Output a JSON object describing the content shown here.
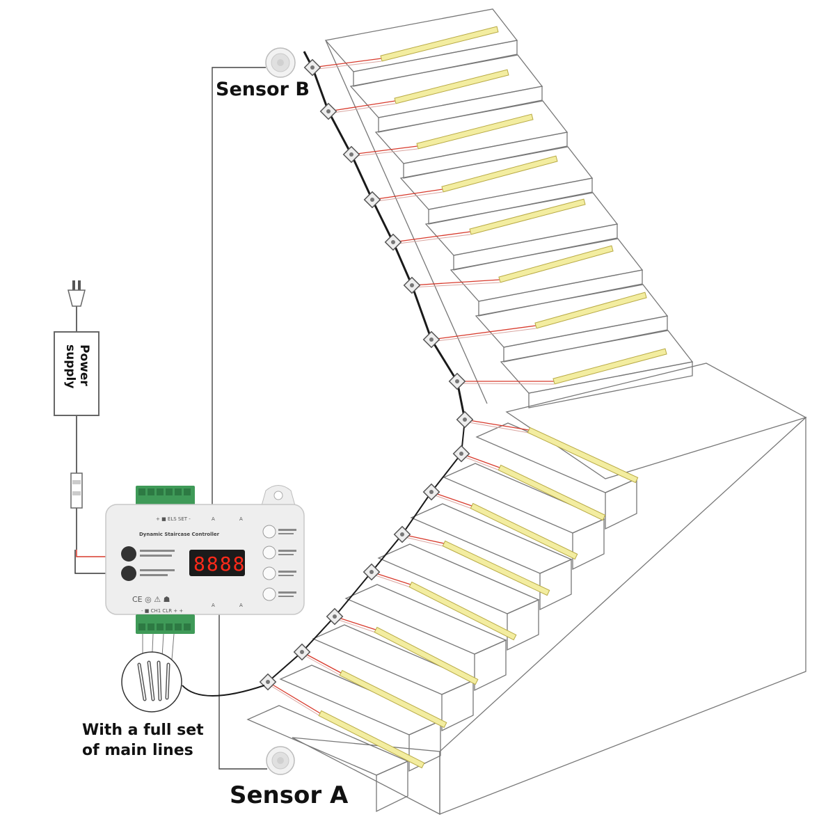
{
  "labels": {
    "sensor_b": "Sensor B",
    "sensor_a": "Sensor A",
    "power_supply_line1": "Power",
    "power_supply_line2": "supply",
    "main_lines_line1": "With a full set",
    "main_lines_line2": "of main lines"
  },
  "controller": {
    "title": "Dynamic Staircase Controller",
    "display": "8888"
  },
  "colors": {
    "led_strip": "#f3eda0",
    "led_strip_edge": "#b8aa45",
    "wire_red": "#d8392b",
    "wire_black": "#1a1a1a",
    "outline": "#777777",
    "terminal_green": "#3f9a58",
    "controller_body": "#eeeeee",
    "display_bg": "#1b1b1b",
    "display_digits": "#ff2a1a"
  },
  "icons": [
    "pir-sensor-icon",
    "power-plug-icon",
    "led-strip-icon",
    "connector-icon"
  ]
}
